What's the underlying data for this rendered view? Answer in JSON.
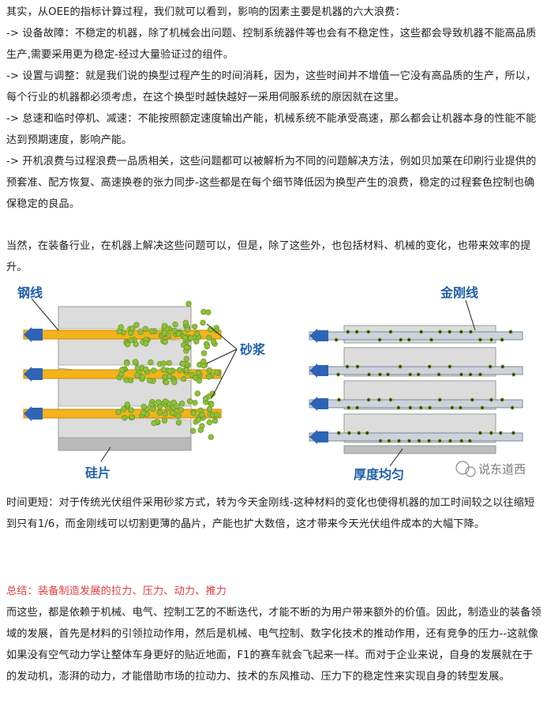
{
  "intro": "其实，从OEE的指标计算过程，我们就可以看到，影响的因素主要是机器的六大浪费：",
  "waste_items": [
    "-> 设备故障：不稳定的机器，除了机械会出问题、控制系统器件等也会有不稳定性，这些都会导致机器不能高品质生产,需要采用更为稳定-经过大量验证过的组件。",
    "-> 设置与调整：就是我们说的换型过程产生的时间消耗，因为，这些时间并不增值一它没有高品质的生产，所以，每个行业的机器都必须考虑，在这个换型时越快越好一采用伺服系统的原因就在这里。",
    "-> 怠速和临时停机、减速：不能按照额定速度输出产能，机械系统不能承受高速，那么都会让机器本身的性能不能达到预期速度，影响产能。",
    "-> 开机浪费与过程浪费一品质相关，这些问题都可以被解析为不同的问题解决方法，例如贝加莱在印刷行业提供的预套准、配方恢复、高速换卷的张力同步-这些都是在每个细节降低因为换型产生的浪费，稳定的过程套色控制也确保稳定的良品。"
  ],
  "equipment_para": "当然，在装备行业，在机器上解决这些问题可以，但是，除了这些外，也包括材料、机械的变化，也带来效率的提升。",
  "figure": {
    "left_labels": {
      "wire": "钢线",
      "slurry": "砂浆",
      "wafer": "硅片"
    },
    "right_labels": {
      "wire": "金刚线",
      "thickness": "厚度均匀"
    },
    "watermark": "说东道西",
    "colors": {
      "wire": "#f4b31c",
      "diamond_wire": "#cdd3dc",
      "slurry": "#8fbf3a",
      "block": "#dcdcdc",
      "arrow": "#2e64b5",
      "label": "#1f5fa8"
    }
  },
  "time_para": "时间更短：对于传统光伏组件采用砂浆方式，转为今天金刚线-这种材料的变化也使得机器的加工时间较之以往缩短到只有1/6，而金刚线可以切割更薄的晶片，产能也扩大数倍，这才带来今天光伏组件成本的大幅下降。",
  "summary_heading": "总结：装备制造发展的拉力、压力、动力、推力",
  "summary_para": "而这些，都是依赖于机械、电气、控制工艺的不断迭代，才能不断的为用户带来额外的价值。因此，制造业的装备领域的发展，首先是材料的引领拉动作用，然后是机械、电气控制、数字化技术的推动作用，还有竞争的压力--这就像如果没有空气动力学让整体车身更好的贴近地面，F1的赛车就会飞起来一样。而对于企业来说，自身的发展就在于的发动机，澎湃的动力，才能借助市场的拉动力、技术的东风推动、压力下的稳定性来实现自身的转型发展。"
}
